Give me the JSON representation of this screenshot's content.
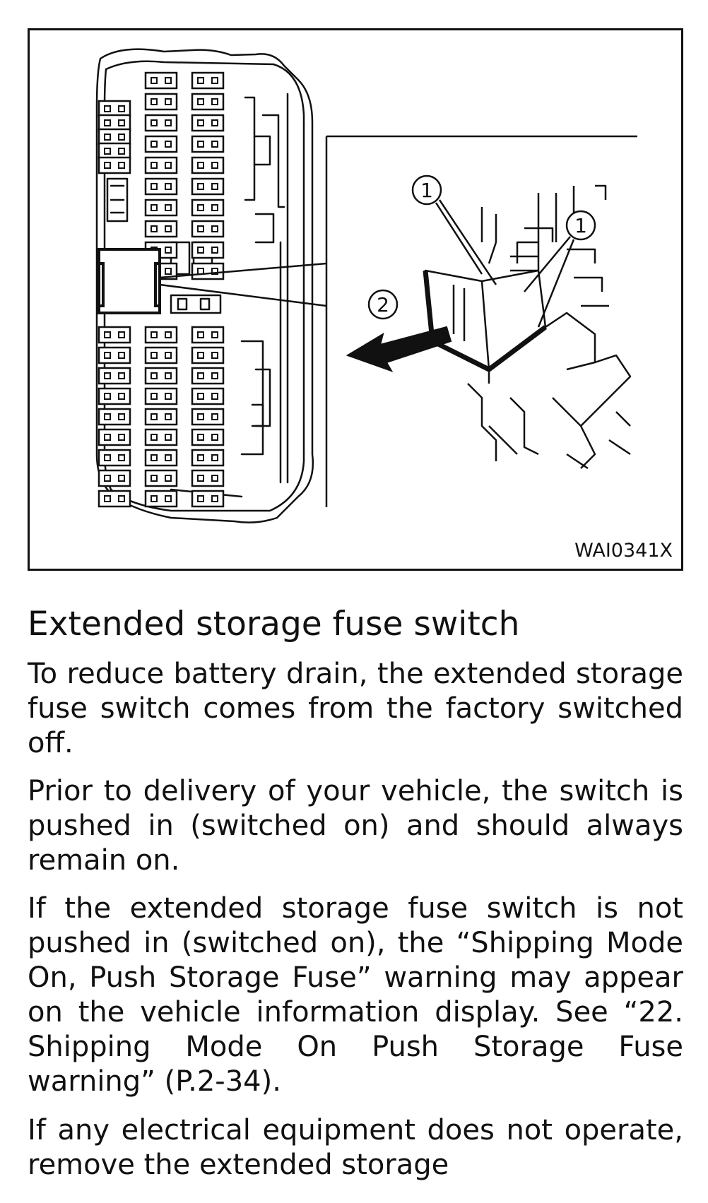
{
  "figure": {
    "code": "WAI0341X",
    "callouts": {
      "tabs": "1",
      "pull_direction": "2"
    },
    "description_icons": [
      "fuse-box-icon",
      "storage-fuse-switch-icon",
      "pull-arrow-icon"
    ]
  },
  "section": {
    "title": "Extended storage fuse switch",
    "paragraphs": [
      "To reduce battery drain, the extended storage fuse switch comes from the factory switched off.",
      "Prior to delivery of your vehicle, the switch is pushed in (switched on) and should always remain on.",
      "If the extended storage fuse switch is not pushed in (switched on), the “Shipping Mode On, Push Storage Fuse” warning may appear on the vehicle information display. See “22. Shipping Mode On Push Storage Fuse warning” (P.2-34).",
      "If any electrical equipment does not operate, remove the extended storage"
    ]
  }
}
